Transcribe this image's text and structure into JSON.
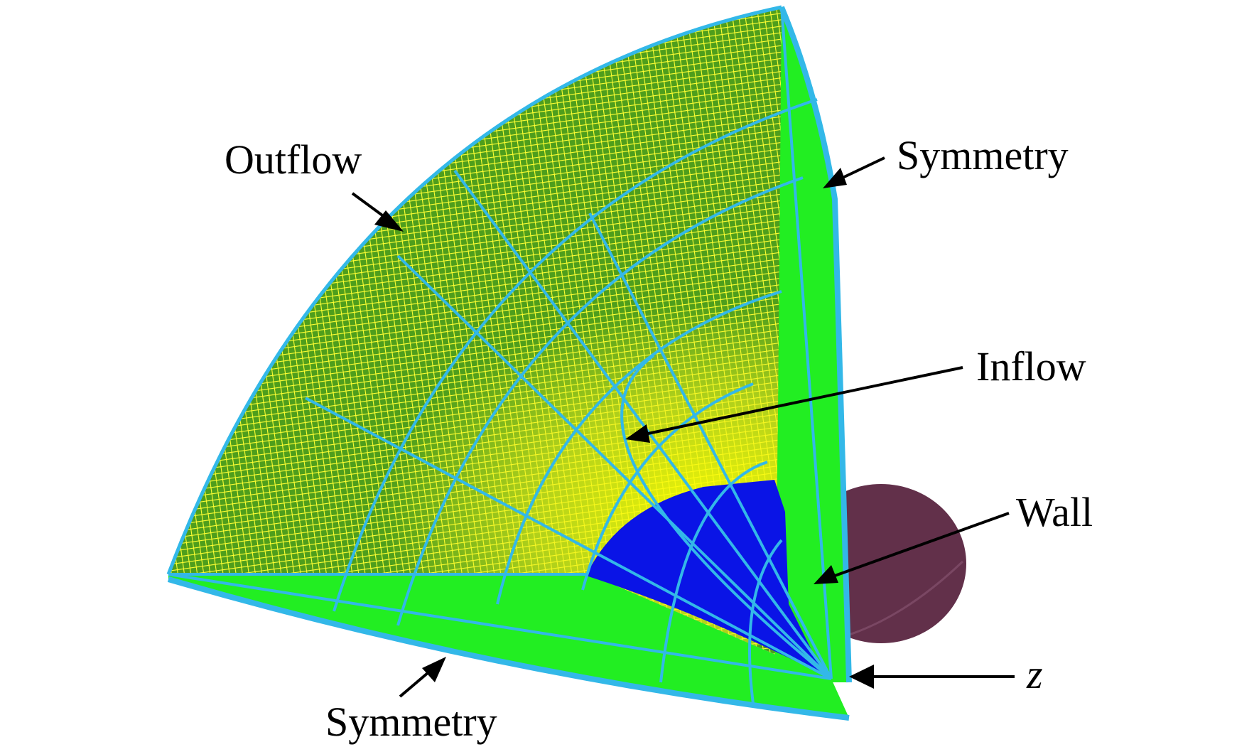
{
  "labels": {
    "outflow": "Outflow",
    "symmetry_top": "Symmetry",
    "inflow": "Inflow",
    "wall": "Wall",
    "z_axis": "z",
    "symmetry_bottom": "Symmetry"
  },
  "colors": {
    "background": "#ffffff",
    "outflow_face": "#6fc21e",
    "outflow_grid": "#ffff33",
    "outflow_grid_dark": "#2f7d17",
    "symmetry_face": "#22ee22",
    "inflow_highlight": "#ffff00",
    "block_lines": "#33b8e8",
    "wall_face": "#0a14e6",
    "body": "#62304a",
    "label_text": "#000000"
  }
}
